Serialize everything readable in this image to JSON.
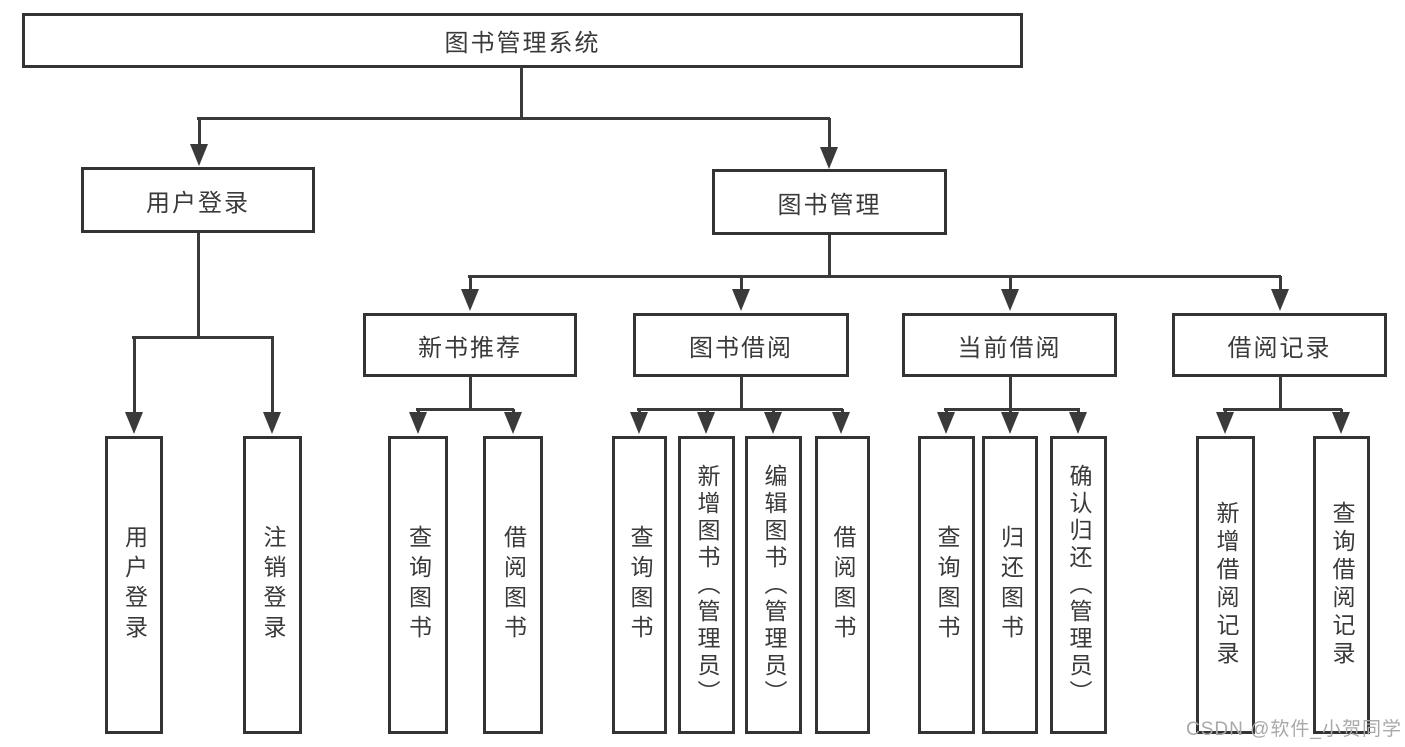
{
  "diagram_title": "图书管理系统",
  "nodes": {
    "root": {
      "label": "图书管理系统"
    },
    "user_login": {
      "label": "用户登录"
    },
    "book_mgmt": {
      "label": "图书管理"
    },
    "new_book_rec": {
      "label": "新书推荐"
    },
    "book_borrow": {
      "label": "图书借阅"
    },
    "current_borrow": {
      "label": "当前借阅"
    },
    "borrow_record": {
      "label": "借阅记录"
    },
    "ul_login": {
      "label": "用户登录"
    },
    "ul_logout": {
      "label": "注销登录"
    },
    "nb_query": {
      "label": "查询图书"
    },
    "nb_borrow": {
      "label": "借阅图书"
    },
    "bb_query": {
      "label": "查询图书"
    },
    "bb_add": {
      "label": "新增图书（管理员）"
    },
    "bb_edit": {
      "label": "编辑图书（管理员）"
    },
    "bb_borrow": {
      "label": "借阅图书"
    },
    "cb_query": {
      "label": "查询图书"
    },
    "cb_return": {
      "label": "归还图书"
    },
    "cb_confirm": {
      "label": "确认归还（管理员）"
    },
    "br_add": {
      "label": "新增借阅记录"
    },
    "br_query": {
      "label": "查询借阅记录"
    }
  },
  "hierarchy": {
    "root": [
      "user_login",
      "book_mgmt"
    ],
    "user_login": [
      "ul_login",
      "ul_logout"
    ],
    "book_mgmt": [
      "new_book_rec",
      "book_borrow",
      "current_borrow",
      "borrow_record"
    ],
    "new_book_rec": [
      "nb_query",
      "nb_borrow"
    ],
    "book_borrow": [
      "bb_query",
      "bb_add",
      "bb_edit",
      "bb_borrow"
    ],
    "current_borrow": [
      "cb_query",
      "cb_return",
      "cb_confirm"
    ],
    "borrow_record": [
      "br_add",
      "br_query"
    ]
  },
  "watermark": "CSDN @软件_小贺同学",
  "colors": {
    "line": "#3a3a3a",
    "border": "#333333",
    "text": "#3a3a3a",
    "watermark": "#a9a9a9",
    "background": "#ffffff"
  }
}
